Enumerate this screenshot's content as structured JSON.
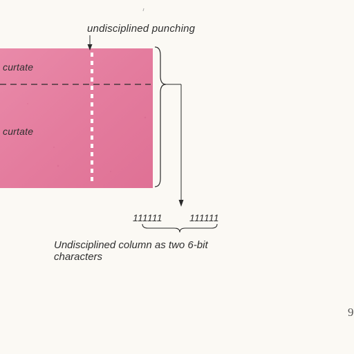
{
  "diagram": {
    "top_label": "undisciplined punching",
    "upper_curtate_label": "curtate",
    "lower_curtate_label": "curtate",
    "left_bits": "111111",
    "right_bits": "111111",
    "caption_line1": "Undisciplined column as two  6-bit",
    "caption_line2": "characters",
    "page_number": "9",
    "colors": {
      "card": "#e47d9f",
      "card_light": "#ec9ab5",
      "ink": "#2a2a2a",
      "paper": "#fbf9f4",
      "punch": "#ffffff"
    }
  }
}
